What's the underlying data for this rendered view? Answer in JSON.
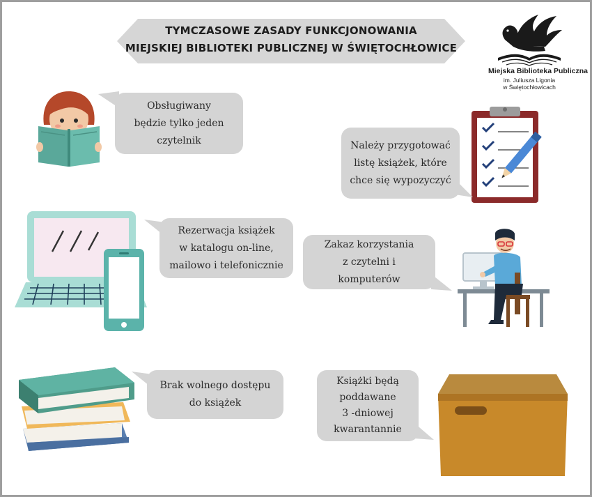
{
  "header": {
    "title_line1": "TYMCZASOWE ZASADY FUNKCJONOWANIA",
    "title_line2": "MIEJSKIEJ BIBLIOTEKI PUBLICZNEJ W ŚWIĘTOCHŁOWICE"
  },
  "logo": {
    "name": "Miejska Biblioteka Publiczna",
    "subtitle_line1": "im. Juliusza Ligonia",
    "subtitle_line2": "w Świętochłowicach"
  },
  "rules": [
    {
      "lines": [
        "Obsługiwany",
        "będzie tylko jeden",
        "czytelnik"
      ]
    },
    {
      "lines": [
        "Należy przygotować",
        "listę książek, które",
        "chce się wypozyczyć"
      ]
    },
    {
      "lines": [
        "Rezerwacja książek",
        "w katalogu on-line,",
        "mailowo i telefonicznie"
      ]
    },
    {
      "lines": [
        "Zakaz korzystania",
        "z czytelni i",
        "komputerów"
      ]
    },
    {
      "lines": [
        "Brak  wolnego dostępu",
        "do książek"
      ]
    },
    {
      "lines": [
        "Książki będą",
        "poddawane",
        "3 -dniowej",
        "kwarantannie"
      ]
    }
  ],
  "colors": {
    "bubble": "#d4d4d4",
    "banner": "#d6d6d6",
    "teal": "#5fb3a3",
    "clipboard": "#8b2a2a",
    "box": "#c8892a"
  },
  "icons": [
    "reader-icon",
    "clipboard-icon",
    "laptop-phone-icon",
    "computer-user-icon",
    "book-stack-icon",
    "cardboard-box-icon",
    "pegasus-logo-icon"
  ]
}
